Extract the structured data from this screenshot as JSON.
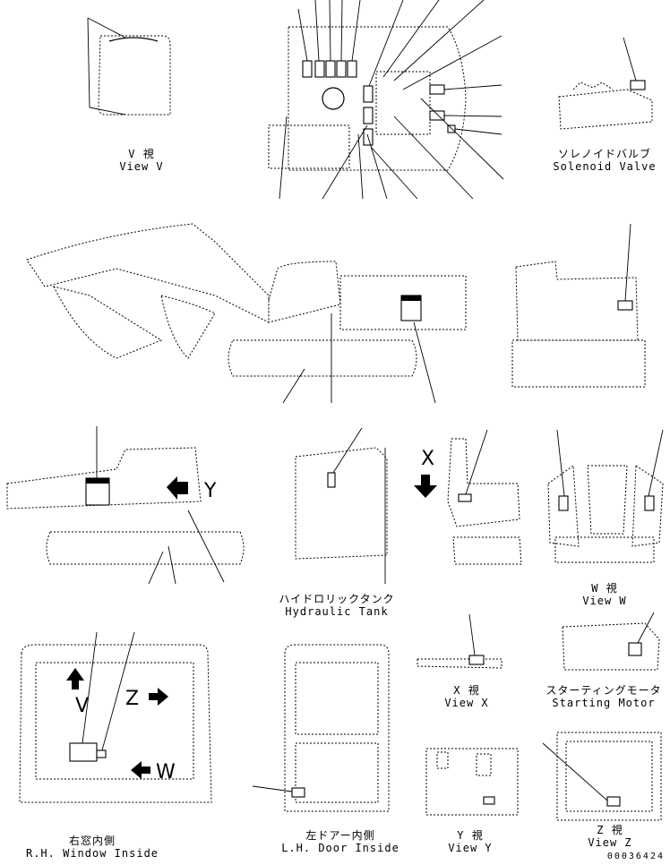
{
  "labels": {
    "view_v": {
      "jp": "V 視",
      "en": "View V"
    },
    "solenoid": {
      "jp": "ソレノイドバルブ",
      "en": "Solenoid Valve"
    },
    "hydraulic": {
      "jp": "ハイドロリックタンク",
      "en": "Hydraulic Tank"
    },
    "view_w": {
      "jp": "W 視",
      "en": "View W"
    },
    "view_x": {
      "jp": "X 視",
      "en": "View X"
    },
    "starting": {
      "jp": "スターティングモータ",
      "en": "Starting Motor"
    },
    "rh_window": {
      "jp": "右窓内側",
      "en": "R.H. Window Inside"
    },
    "lh_door": {
      "jp": "左ドアー内側",
      "en": "L.H. Door Inside"
    },
    "view_y": {
      "jp": "Y 視",
      "en": "View Y"
    },
    "view_z": {
      "jp": "Z 視",
      "en": "View Z"
    }
  },
  "markers": {
    "x": "X",
    "y": "Y",
    "v": "V",
    "z": "Z",
    "w": "W"
  },
  "document_number": "00036424"
}
